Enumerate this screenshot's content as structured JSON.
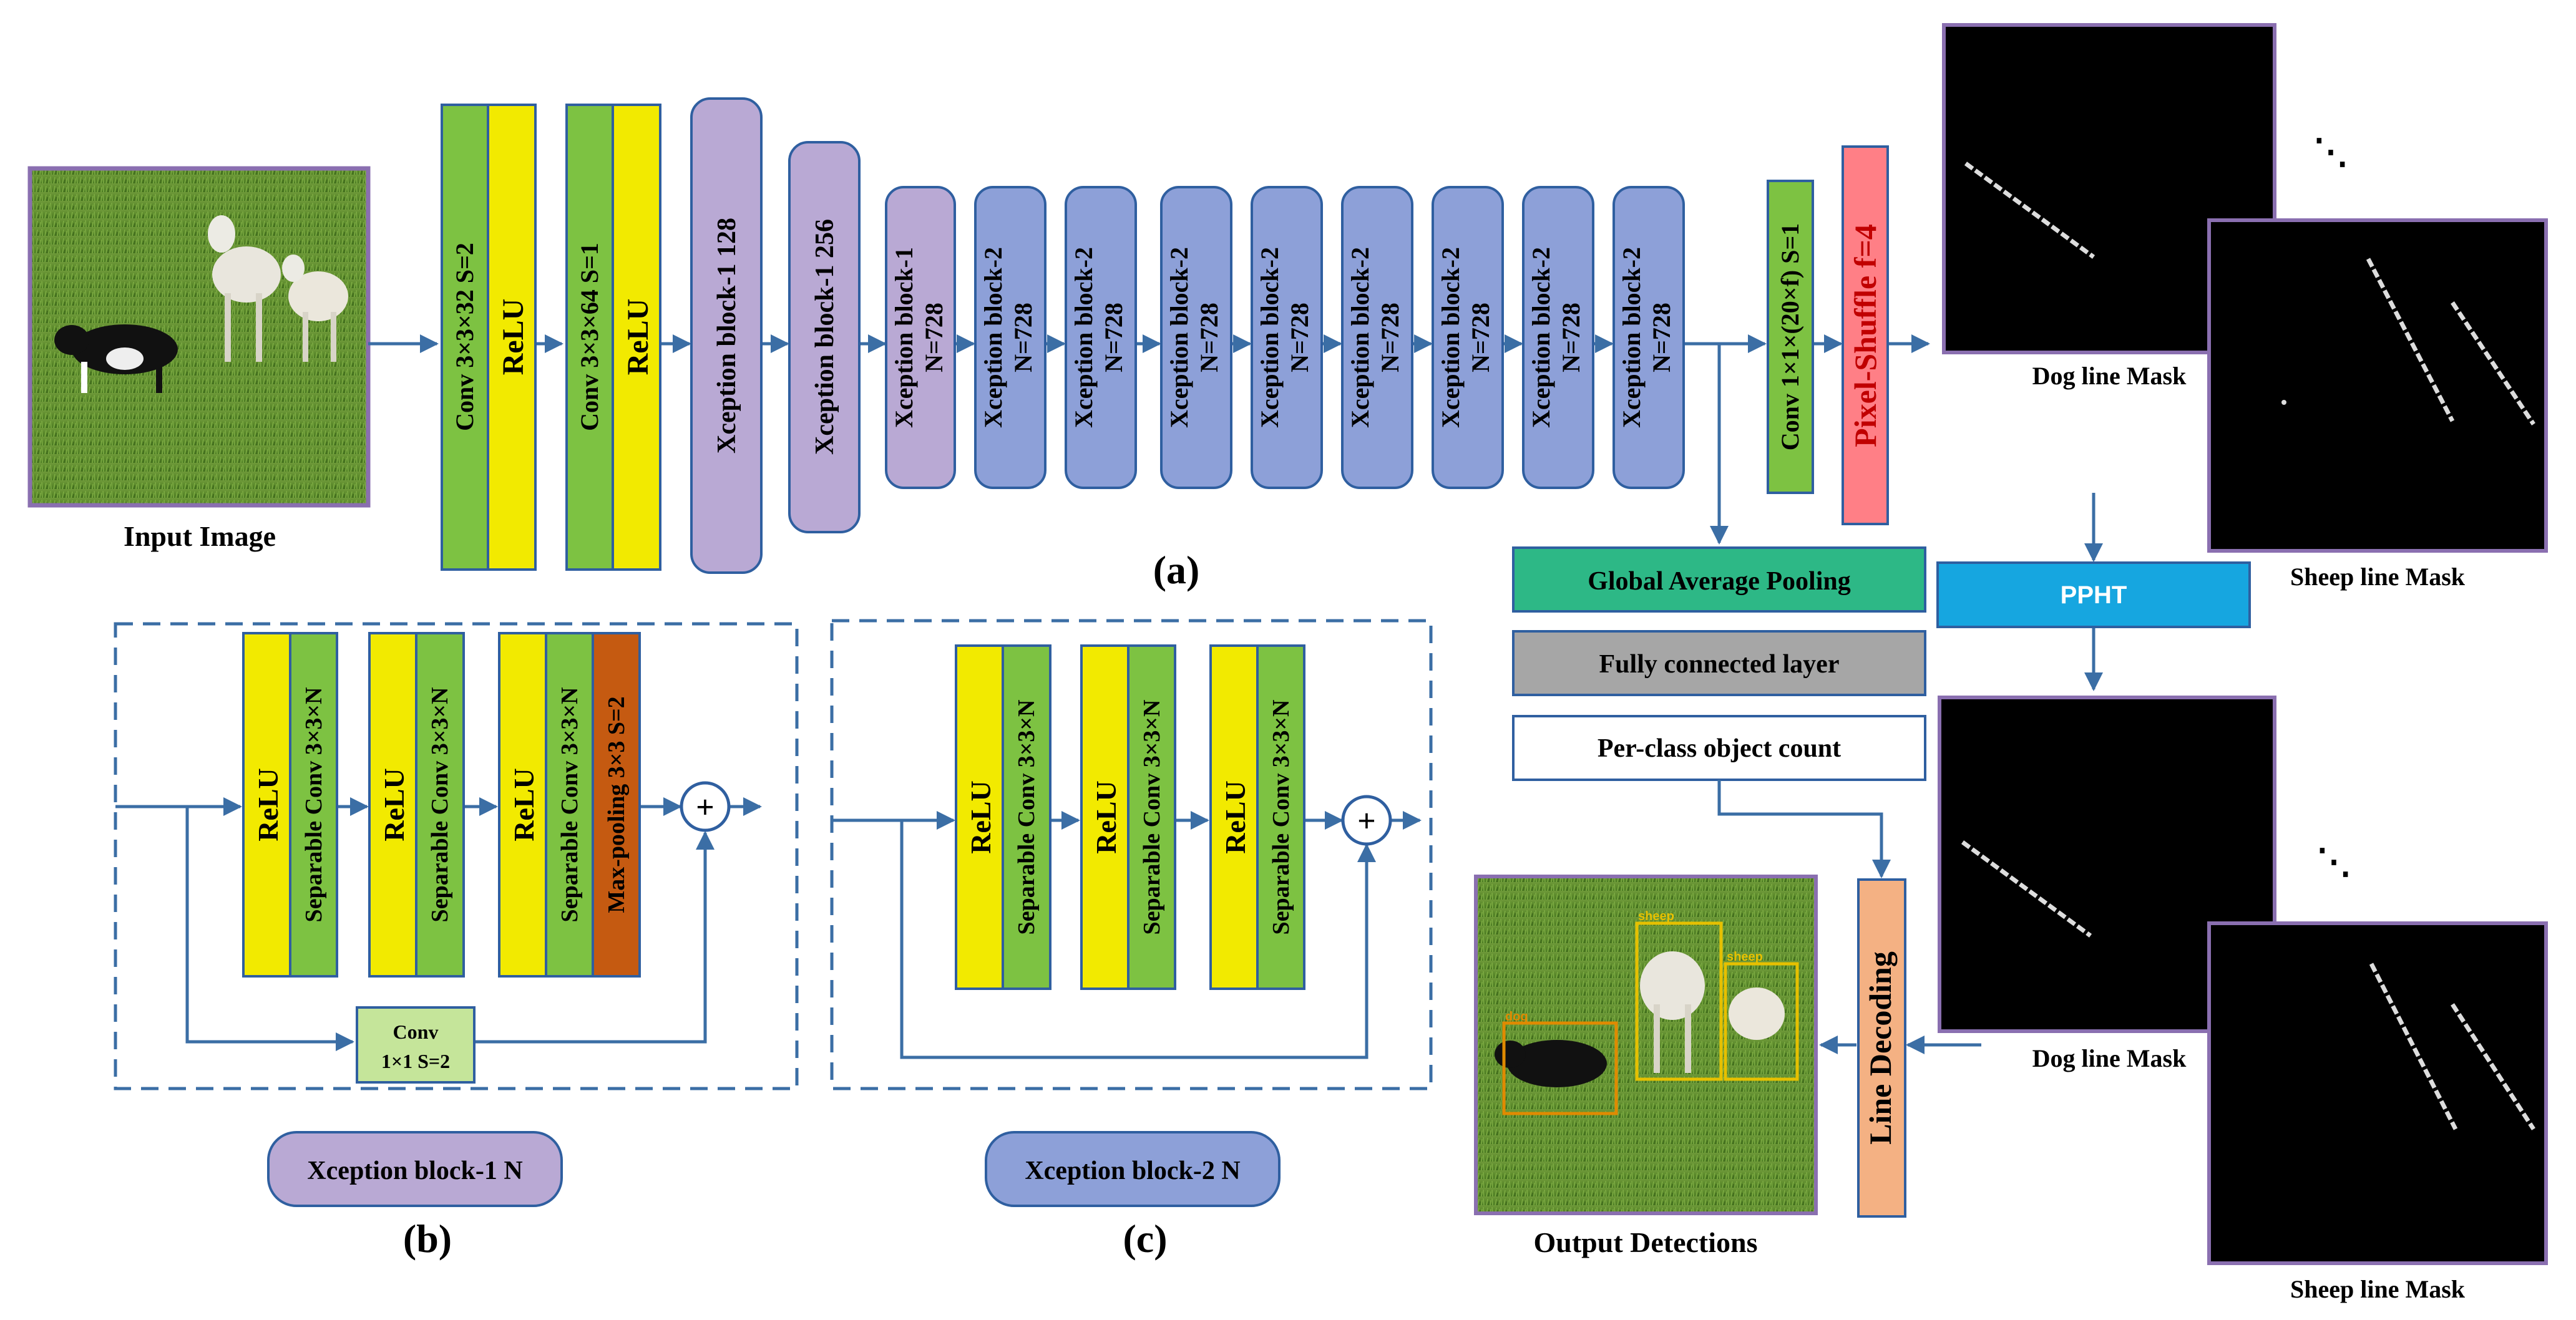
{
  "panel_a": {
    "input_caption": "Input Image",
    "conv1": "Conv 3×3×32   S=2",
    "relu1": "ReLU",
    "conv2": "Conv 3×3×64   S=1",
    "relu2": "ReLU",
    "xb1_128": "Xception block-1 128",
    "xb1_256": "Xception block-1 256",
    "xb1_728_a": "Xception block-1",
    "xb1_728_b": "N=728",
    "xb2_a": "Xception block-2",
    "xb2_b": "N=728",
    "conv_head": "Conv 1×1×(20×f) S=1",
    "pixel_shuffle": "Pixel-Shuffle f=4",
    "gap": "Global Average Pooling",
    "fc": "Fully connected layer",
    "count": "Per-class object count",
    "pph": "PPHT",
    "line_decoding": "Line Decoding",
    "dog_mask_top": "Dog line Mask",
    "sheep_mask_top": "Sheep line Mask",
    "dog_mask_bottom": "Dog line Mask",
    "sheep_mask_bottom": "Sheep line Mask",
    "ellipsis": "⋱",
    "output_caption": "Output Detections",
    "box_labels": [
      "dog",
      "sheep",
      "sheep"
    ],
    "label": "(a)"
  },
  "panel_b": {
    "relu": "ReLU",
    "sep": "Separable Conv 3×3×N",
    "maxpool": "Max-pooling 3×3 S=2",
    "conv_a": "Conv",
    "conv_b": "1×1 S=2",
    "plus": "+",
    "tag": "Xception block-1 N",
    "label": "(b)"
  },
  "panel_c": {
    "relu": "ReLU",
    "sep": "Separable Conv 3×3×N",
    "plus": "+",
    "tag": "Xception block-2 N",
    "label": "(c)"
  },
  "colors": {
    "green": "#7dc242",
    "yellow": "#f2ea00",
    "lavender": "#b9a9d4",
    "blue_block": "#8da0d8",
    "teal": "#2db886",
    "gray": "#a6a6a6",
    "ppht": "#16a6e0",
    "pink": "#ff7f86",
    "peach": "#f4b183",
    "orange_brown": "#c55a11",
    "light_green": "#c5e59a",
    "arrow": "#3b6ea5"
  }
}
